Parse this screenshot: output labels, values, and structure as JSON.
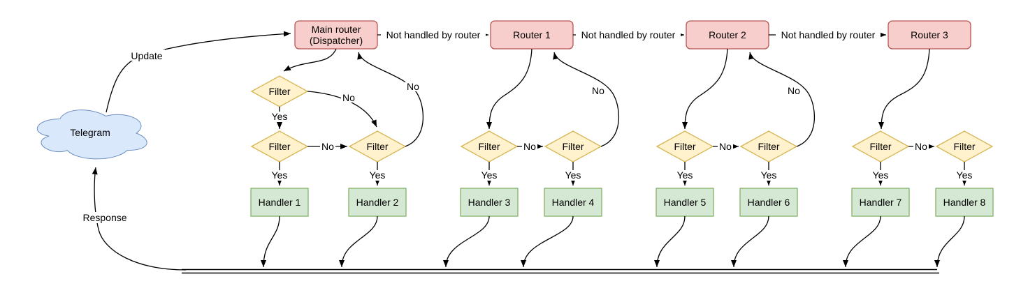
{
  "diagram": {
    "cloud": {
      "label": "Telegram"
    },
    "flow_labels": {
      "update": "Update",
      "response": "Response",
      "not_handled": "Not handled by router",
      "yes": "Yes",
      "no": "No",
      "filter": "Filter"
    },
    "routers": [
      {
        "line1": "Main router",
        "line2": "(Dispatcher)"
      },
      {
        "label": "Router 1"
      },
      {
        "label": "Router 2"
      },
      {
        "label": "Router 3"
      }
    ],
    "handlers": [
      {
        "label": "Handler 1"
      },
      {
        "label": "Handler 2"
      },
      {
        "label": "Handler 3"
      },
      {
        "label": "Handler 4"
      },
      {
        "label": "Handler 5"
      },
      {
        "label": "Handler 6"
      },
      {
        "label": "Handler 7"
      },
      {
        "label": "Handler 8"
      }
    ],
    "colors": {
      "router_fill": "#f8cecc",
      "router_stroke": "#b85450",
      "filter_fill": "#fff2cc",
      "filter_stroke": "#d6b656",
      "handler_fill": "#d5e8d4",
      "handler_stroke": "#82b366",
      "cloud_fill": "#dae8fc",
      "cloud_stroke": "#6c8ebf",
      "edge": "#000000"
    }
  }
}
